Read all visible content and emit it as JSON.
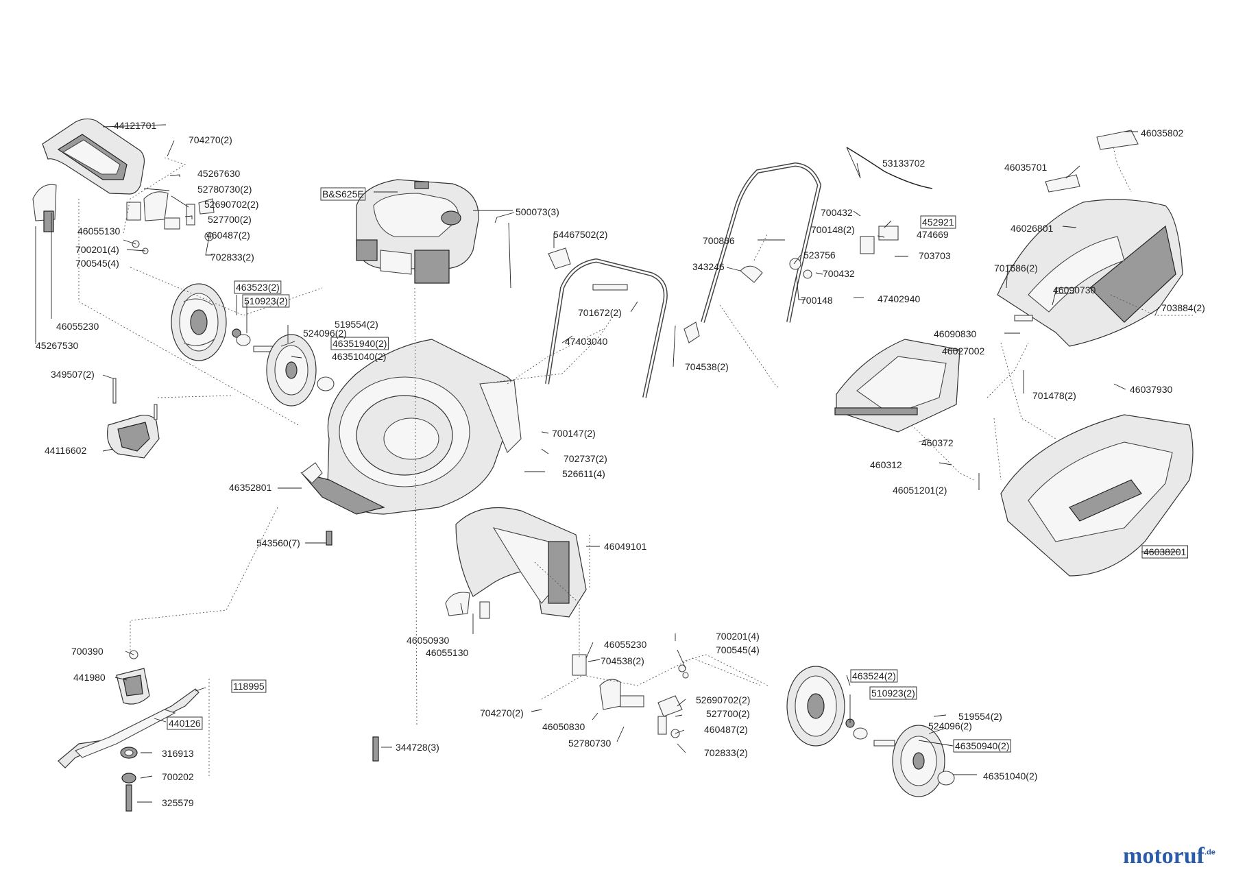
{
  "watermark": {
    "logo": "motoruf",
    "suffix": ".de"
  },
  "labels": [
    {
      "id": "l01",
      "text": "44121701",
      "boxed": false
    },
    {
      "id": "l02",
      "text": "704270(2)",
      "boxed": false
    },
    {
      "id": "l03",
      "text": "45267630",
      "boxed": false
    },
    {
      "id": "l04",
      "text": "52780730(2)",
      "boxed": false
    },
    {
      "id": "l05",
      "text": "52690702(2)",
      "boxed": false
    },
    {
      "id": "l06",
      "text": "527700(2)",
      "boxed": false
    },
    {
      "id": "l07",
      "text": "460487(2)",
      "boxed": false
    },
    {
      "id": "l08",
      "text": "46055130",
      "boxed": false
    },
    {
      "id": "l09",
      "text": "700201(4)",
      "boxed": false
    },
    {
      "id": "l10",
      "text": "700545(4)",
      "boxed": false
    },
    {
      "id": "l11",
      "text": "702833(2)",
      "boxed": false
    },
    {
      "id": "l12",
      "text": "B&S625E",
      "boxed": true
    },
    {
      "id": "l13",
      "text": "500073(3)",
      "boxed": false
    },
    {
      "id": "l14",
      "text": "463523(2)",
      "boxed": true
    },
    {
      "id": "l15",
      "text": "510923(2)",
      "boxed": true
    },
    {
      "id": "l16",
      "text": "519554(2)",
      "boxed": false
    },
    {
      "id": "l17",
      "text": "524096(2)",
      "boxed": false
    },
    {
      "id": "l18",
      "text": "46351940(2)",
      "boxed": true
    },
    {
      "id": "l19",
      "text": "46351040(2)",
      "boxed": false
    },
    {
      "id": "l20",
      "text": "46055230",
      "boxed": false
    },
    {
      "id": "l21",
      "text": "45267530",
      "boxed": false
    },
    {
      "id": "l22",
      "text": "349507(2)",
      "boxed": false
    },
    {
      "id": "l23",
      "text": "44116602",
      "boxed": false
    },
    {
      "id": "l24",
      "text": "54467502(2)",
      "boxed": false
    },
    {
      "id": "l25",
      "text": "701672(2)",
      "boxed": false
    },
    {
      "id": "l26",
      "text": "47403040",
      "boxed": false
    },
    {
      "id": "l27",
      "text": "704538(2)",
      "boxed": false
    },
    {
      "id": "l28",
      "text": "700147(2)",
      "boxed": false
    },
    {
      "id": "l29",
      "text": "702737(2)",
      "boxed": false
    },
    {
      "id": "l30",
      "text": "526611(4)",
      "boxed": false
    },
    {
      "id": "l31",
      "text": "46352801",
      "boxed": false
    },
    {
      "id": "l32",
      "text": "543560(7)",
      "boxed": false
    },
    {
      "id": "l33",
      "text": "46049101",
      "boxed": false
    },
    {
      "id": "l34",
      "text": "53133702",
      "boxed": false
    },
    {
      "id": "l35",
      "text": "700432",
      "boxed": false
    },
    {
      "id": "l36",
      "text": "452921",
      "boxed": true
    },
    {
      "id": "l37",
      "text": "700148(2)",
      "boxed": false
    },
    {
      "id": "l38",
      "text": "474669",
      "boxed": false
    },
    {
      "id": "l39",
      "text": "700866",
      "boxed": false
    },
    {
      "id": "l40",
      "text": "523756",
      "boxed": false
    },
    {
      "id": "l41",
      "text": "703703",
      "boxed": false
    },
    {
      "id": "l42",
      "text": "343246",
      "boxed": false
    },
    {
      "id": "l43",
      "text": "700432",
      "boxed": false
    },
    {
      "id": "l44",
      "text": "700148",
      "boxed": false
    },
    {
      "id": "l45",
      "text": "47402940",
      "boxed": false
    },
    {
      "id": "l46",
      "text": "46035802",
      "boxed": false
    },
    {
      "id": "l47",
      "text": "46035701",
      "boxed": false
    },
    {
      "id": "l48",
      "text": "46026801",
      "boxed": false
    },
    {
      "id": "l49",
      "text": "701686(2)",
      "boxed": false
    },
    {
      "id": "l50",
      "text": "46090730",
      "boxed": false
    },
    {
      "id": "l51",
      "text": "703884(2)",
      "boxed": false
    },
    {
      "id": "l52",
      "text": "46090830",
      "boxed": false
    },
    {
      "id": "l53",
      "text": "46027002",
      "boxed": false
    },
    {
      "id": "l54",
      "text": "701478(2)",
      "boxed": false
    },
    {
      "id": "l55",
      "text": "46037930",
      "boxed": false
    },
    {
      "id": "l56",
      "text": "460372",
      "boxed": false
    },
    {
      "id": "l57",
      "text": "460312",
      "boxed": false
    },
    {
      "id": "l58",
      "text": "46051201(2)",
      "boxed": false
    },
    {
      "id": "l59",
      "text": "46038201",
      "boxed": true
    },
    {
      "id": "l60",
      "text": "46050930",
      "boxed": false
    },
    {
      "id": "l61",
      "text": "46055130",
      "boxed": false
    },
    {
      "id": "l62",
      "text": "46055230",
      "boxed": false
    },
    {
      "id": "l63",
      "text": "704538(2)",
      "boxed": false
    },
    {
      "id": "l64",
      "text": "700201(4)",
      "boxed": false
    },
    {
      "id": "l65",
      "text": "700545(4)",
      "boxed": false
    },
    {
      "id": "l66",
      "text": "463524(2)",
      "boxed": true
    },
    {
      "id": "l67",
      "text": "510923(2)",
      "boxed": true
    },
    {
      "id": "l68",
      "text": "519554(2)",
      "boxed": false
    },
    {
      "id": "l69",
      "text": "524096(2)",
      "boxed": false
    },
    {
      "id": "l70",
      "text": "46350940(2)",
      "boxed": true
    },
    {
      "id": "l71",
      "text": "46351040(2)",
      "boxed": false
    },
    {
      "id": "l72",
      "text": "52690702(2)",
      "boxed": false
    },
    {
      "id": "l73",
      "text": "527700(2)",
      "boxed": false
    },
    {
      "id": "l74",
      "text": "460487(2)",
      "boxed": false
    },
    {
      "id": "l75",
      "text": "702833(2)",
      "boxed": false
    },
    {
      "id": "l76",
      "text": "704270(2)",
      "boxed": false
    },
    {
      "id": "l77",
      "text": "46050830",
      "boxed": false
    },
    {
      "id": "l78",
      "text": "52780730",
      "boxed": false
    },
    {
      "id": "l79",
      "text": "700390",
      "boxed": false
    },
    {
      "id": "l80",
      "text": "441980",
      "boxed": false
    },
    {
      "id": "l81",
      "text": "118995",
      "boxed": true
    },
    {
      "id": "l82",
      "text": "440126",
      "boxed": true
    },
    {
      "id": "l83",
      "text": "316913",
      "boxed": false
    },
    {
      "id": "l84",
      "text": "700202",
      "boxed": false
    },
    {
      "id": "l85",
      "text": "325579",
      "boxed": false
    },
    {
      "id": "l86",
      "text": "344728(3)",
      "boxed": false
    }
  ]
}
